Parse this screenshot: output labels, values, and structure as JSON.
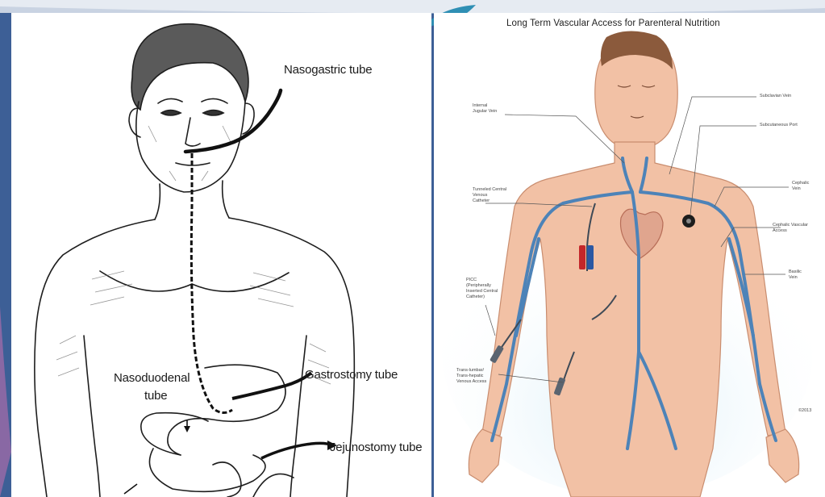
{
  "left_diagram": {
    "labels": {
      "nasogastric": "Nasogastric tube",
      "nasoduodenal_line1": "Nasoduodenal",
      "nasoduodenal_line2": "tube",
      "gastrostomy": "Gastrostomy tube",
      "jejunostomy": "Jejunostomy tube"
    }
  },
  "right_diagram": {
    "title": "Long Term Vascular Access for Parenteral Nutrition",
    "labels": {
      "internal_jugular": "Internal\nJugular Vein",
      "subclavian": "Subclavian Vein",
      "subcutaneous_port": "Subcutaneous Port",
      "tunneled_catheter": "Tunneled Central\nVenous\nCatheter",
      "cephalic_vein": "Cephalic\nVein",
      "cephalic_access": "Cephalic Vascular\nAccess",
      "picc": "PICC\n(Peripherally\nInserted Central\nCatheter)",
      "basilic_vein": "Basilic\nVein",
      "translumbar": "Trans-lumbar/\nTrans-hepatic\nVenous Access",
      "copyright": "©2013"
    }
  }
}
